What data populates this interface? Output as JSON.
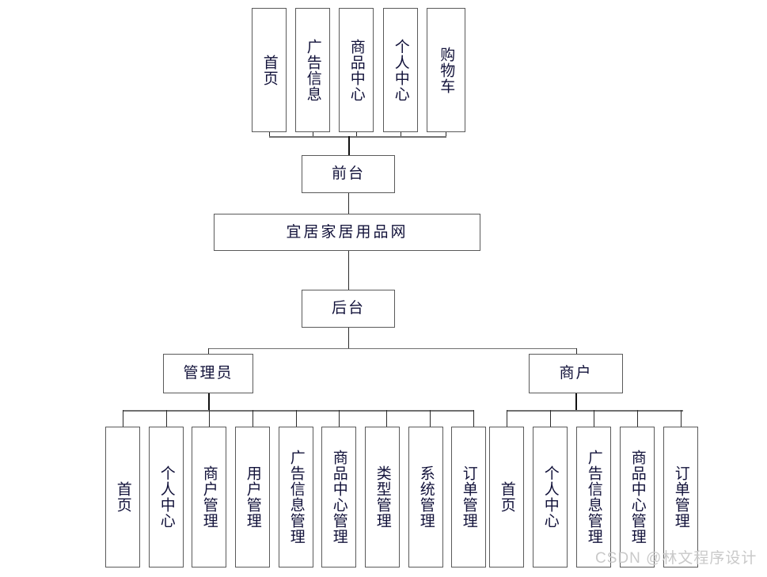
{
  "diagram": {
    "type": "system-architecture-tree",
    "root": {
      "label": "宜居家居用品网"
    },
    "branches": [
      {
        "key": "frontend",
        "label": "前台",
        "children": [
          {
            "label": "首页"
          },
          {
            "label": "广告信息"
          },
          {
            "label": "商品中心"
          },
          {
            "label": "个人中心"
          },
          {
            "label": "购物车"
          }
        ]
      },
      {
        "key": "backend",
        "label": "后台",
        "roles": [
          {
            "key": "admin",
            "label": "管理员",
            "children": [
              {
                "label": "首页"
              },
              {
                "label": "个人中心"
              },
              {
                "label": "商户管理"
              },
              {
                "label": "用户管理"
              },
              {
                "label": "广告信息管理"
              },
              {
                "label": "商品中心管理"
              },
              {
                "label": "类型管理"
              },
              {
                "label": "系统管理"
              },
              {
                "label": "订单管理"
              }
            ]
          },
          {
            "key": "merchant",
            "label": "商户",
            "children": [
              {
                "label": "首页"
              },
              {
                "label": "个人中心"
              },
              {
                "label": "广告信息管理"
              },
              {
                "label": "商品中心管理"
              },
              {
                "label": "订单管理"
              }
            ]
          }
        ]
      }
    ]
  },
  "watermark": {
    "text": "CSDN @林文程序设计"
  },
  "colors": {
    "background": "#ffffff",
    "box_border": "#5a5a5a",
    "connector": "#2b2b2b",
    "text": "#12123a",
    "watermark": "#c9c9c9"
  }
}
